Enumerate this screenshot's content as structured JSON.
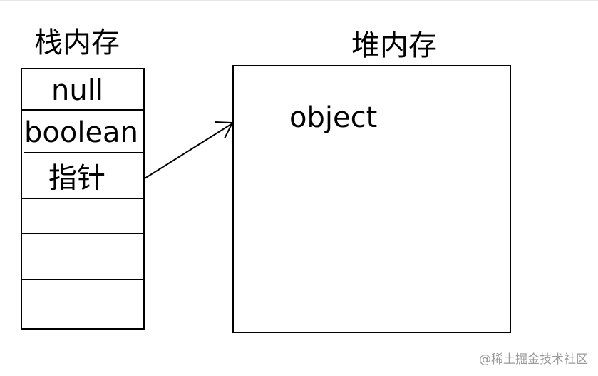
{
  "stack": {
    "title": "栈内存",
    "cells": [
      "null",
      "boolean",
      "指针",
      "",
      "",
      ""
    ]
  },
  "heap": {
    "title": "堆内存",
    "content": "object"
  },
  "watermark": "@稀土掘金技术社区"
}
